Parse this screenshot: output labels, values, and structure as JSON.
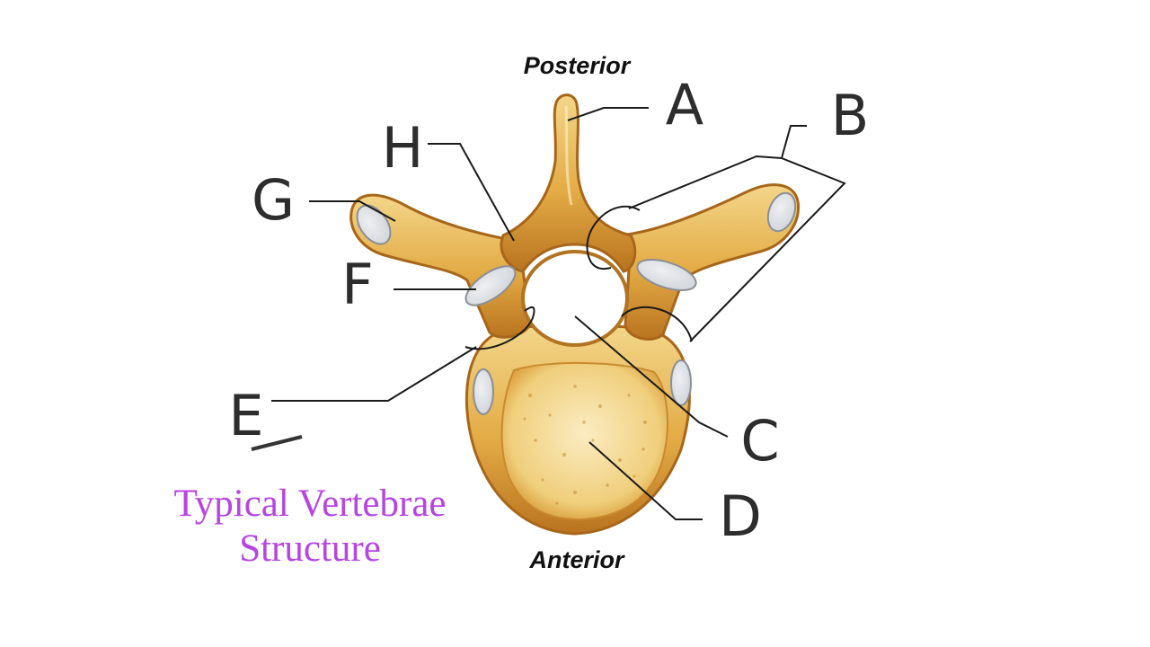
{
  "orientation": {
    "top": "Posterior",
    "bottom": "Anterior"
  },
  "labels": [
    "A",
    "B",
    "C",
    "D",
    "E",
    "F",
    "G",
    "H"
  ],
  "caption": {
    "line1": "Typical Vertebrae",
    "line2": "Structure"
  },
  "colors": {
    "bone_light": "#f3d68a",
    "bone_mid": "#e3ab45",
    "bone_dark": "#b9731f",
    "facet": "#cfd3d8",
    "caption": "#b744e3"
  }
}
